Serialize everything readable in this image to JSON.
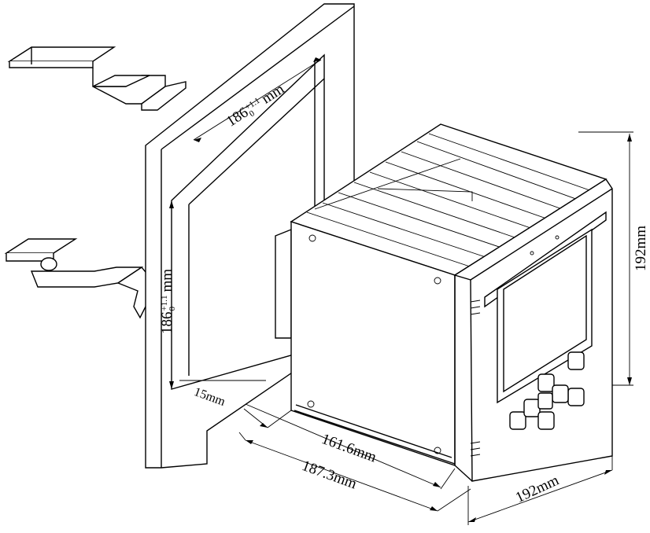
{
  "dimensions": {
    "cutout_width": {
      "value": "186",
      "tol_upper": "+1.1",
      "tol_lower": "0",
      "unit": "mm"
    },
    "cutout_height": {
      "value": "186",
      "tol_upper": "+1.1",
      "tol_lower": "0",
      "unit": "mm"
    },
    "height": "192mm",
    "width": "192mm",
    "bezel_depth": "15mm",
    "body_depth": "161.6mm",
    "total_depth": "187.3mm"
  }
}
